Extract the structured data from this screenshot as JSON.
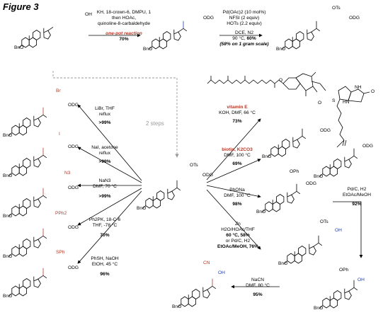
{
  "figure_title": "Figure 3",
  "top": {
    "reagents_line1": "KH, 18-crown-6, DMPU, 1",
    "reagents_line2": "then HOAc,",
    "reagents_line3": "quinoline-8-carbaldehyde",
    "one_pot": "one-pot reaction",
    "yield": "70%",
    "right_line1": "Pd(OAc)2 (10 mol%)",
    "right_line2": "NFSI (2 equiv)",
    "right_line3": "HOTs (2.2 equiv)",
    "right_line4": "DCE, N2",
    "right_line5_temp": "90 °C",
    "right_line5_yield": "60%",
    "right_line6": "(58% on 1 gram scale)"
  },
  "two_steps": "2 steps",
  "left_rxns": [
    {
      "line1": "LiBr, THF",
      "line2": "reflux",
      "yield": ">99%"
    },
    {
      "line1": "NaI, acetone",
      "line2": "reflux",
      "yield": ">99%"
    },
    {
      "line1": "NaN3",
      "line2": "DMF, 70 °C",
      "yield": ">99%"
    },
    {
      "line1": "Ph2PK, 18-C-6",
      "line2": "THF, -78 °C",
      "yield": "70%"
    },
    {
      "line1": "PhSH, NaOH",
      "line2": "EtOH, 45 °C",
      "yield": "96%"
    }
  ],
  "right_rxns": [
    {
      "line1": "vitamin E",
      "line2": "KOH, DMF, 66 °C",
      "yield": "73%"
    },
    {
      "line1": "biotin, K2CO3",
      "line2": "DMF, 100 °C",
      "yield": "69%"
    },
    {
      "line1": "PhONa",
      "line2": "DMF, 100 °C",
      "yield": "98%"
    },
    {
      "line1": "Zn",
      "line2": "H2O/HOAc/THF",
      "line3": "60 °C, 58%",
      "line4": "or Pd/C, H2",
      "line5": "EtOAc/MeOH, 76%"
    }
  ],
  "pdc": {
    "line1": "Pd/C, H2",
    "line2": "EtOAc/MeOH",
    "yield": "92%"
  },
  "nacn": {
    "line1": "NaCN",
    "line2": "DMF, 80 °C",
    "yield": "95%"
  },
  "atoms": {
    "bno": "BnO",
    "odg": "ODG",
    "oh": "OH",
    "ots": "OTs",
    "br": "Br",
    "i": "I",
    "n3": "N3",
    "pph2": "PPh2",
    "sph": "SPh",
    "oph": "OPh",
    "cn": "CN",
    "o": "O",
    "s": "S",
    "nh": "NH",
    "hn": "HN"
  },
  "colors": {
    "red": "#b23b2b",
    "blue": "#1a3fb5",
    "gray": "#9a9a9a"
  }
}
